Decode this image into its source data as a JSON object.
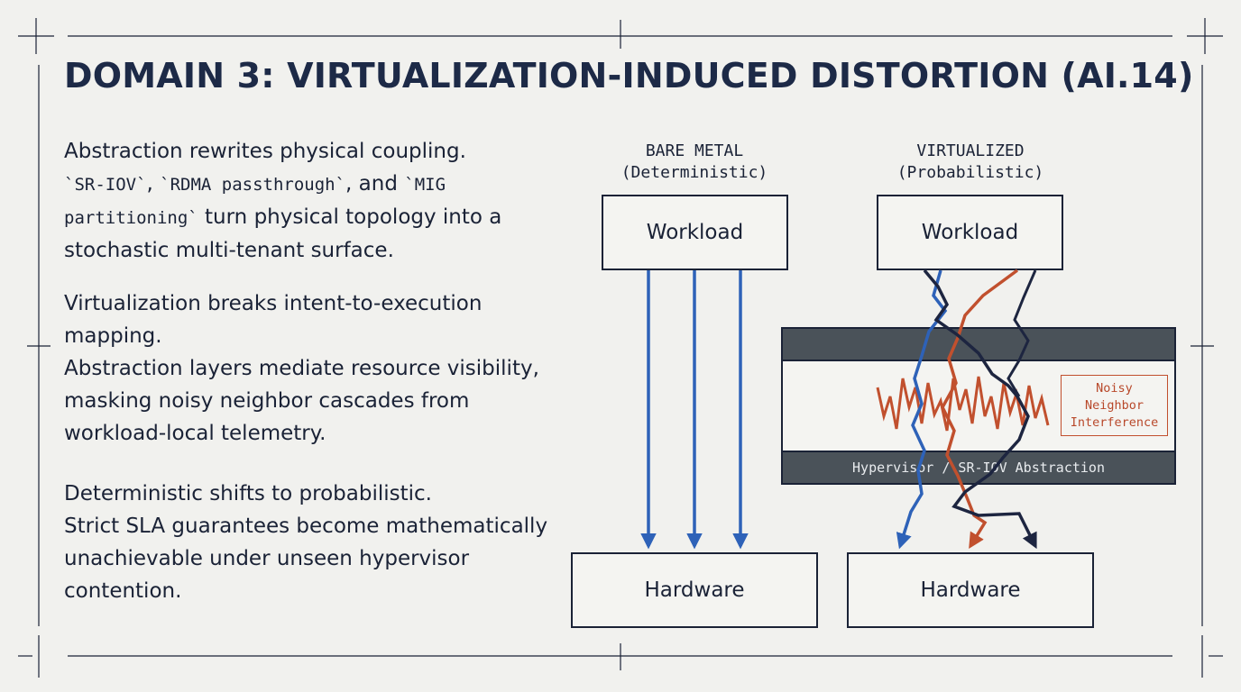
{
  "title": "DOMAIN 3: VIRTUALIZATION-INDUCED DISTORTION (AI.14)",
  "left": {
    "p1": {
      "line1": "Abstraction rewrites physical coupling.",
      "code1": "`SR-IOV`",
      "sep1": ", ",
      "code2": "`RDMA passthrough`",
      "sep2": ", and ",
      "code3": "`MIG partitioning`",
      "rest": " turn physical topology into a stochastic multi-tenant surface."
    },
    "p2": {
      "line1": "Virtualization breaks intent-to-execution mapping.",
      "line2": "Abstraction layers mediate resource visibility, masking noisy neighbor cascades from workload-local telemetry."
    },
    "p3": {
      "line1": "Deterministic shifts to probabilistic.",
      "line2": "Strict SLA guarantees become mathematically unachievable under unseen hypervisor contention."
    }
  },
  "bare_metal": {
    "label_line1": "BARE METAL",
    "label_line2": "(Deterministic)",
    "workload": "Workload",
    "hardware": "Hardware"
  },
  "virtualized": {
    "label_line1": "VIRTUALIZED",
    "label_line2": "(Probabilistic)",
    "workload": "Workload",
    "hardware": "Hardware",
    "hypervisor_label": "Hypervisor / SR-IOV Abstraction",
    "noisy_line1": "Noisy",
    "noisy_line2": "Neighbor",
    "noisy_line3": "Interference"
  },
  "colors": {
    "background": "#f1f1ee",
    "ink": "#1a2236",
    "blue": "#2e62b8",
    "orange": "#c1502e",
    "navy": "#1d2540",
    "hypervisor": "#4a5259"
  }
}
